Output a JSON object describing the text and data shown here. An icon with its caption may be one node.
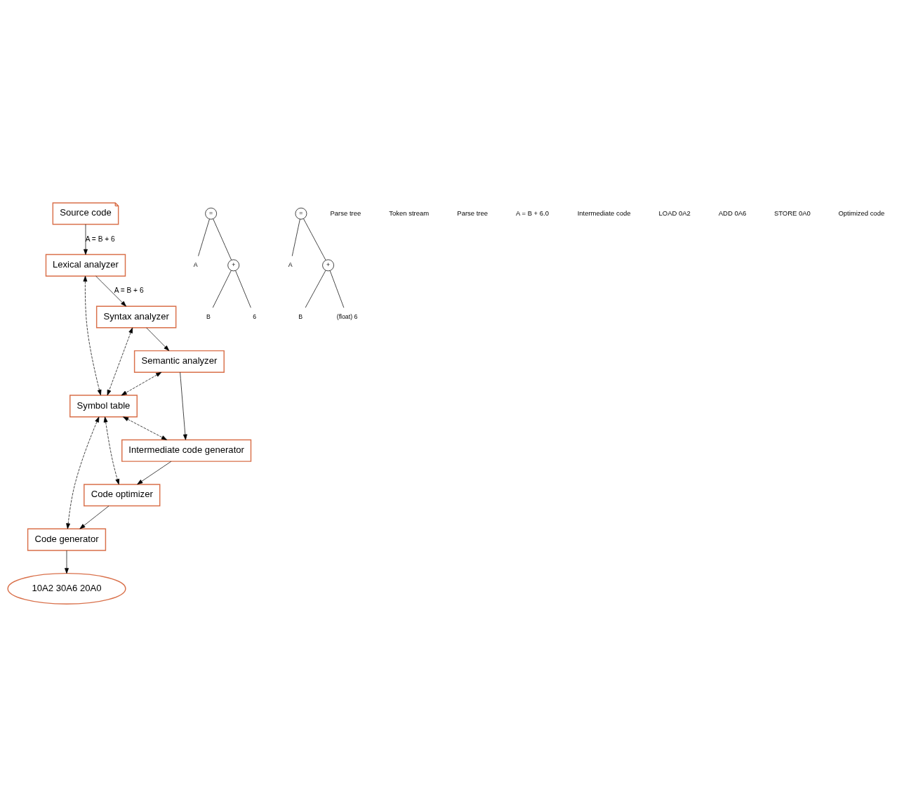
{
  "diagram": {
    "nodes": [
      {
        "text": [
          "Source code"
        ]
      },
      {
        "text": [
          "Lexical analyzer"
        ]
      },
      {
        "text": [
          "Syntax analyzer"
        ]
      },
      {
        "text": [
          "Semantic analyzer"
        ]
      },
      {
        "text": [
          "Symbol table"
        ]
      },
      {
        "text": [
          "Intermediate code generator"
        ]
      },
      {
        "text": [
          "Code optimizer"
        ]
      },
      {
        "text": [
          "Code generator"
        ]
      },
      {
        "text": [
          "10A2 30A6 20A0"
        ]
      },
      {
        "text": [
          "="
        ]
      },
      {
        "text": [
          "A"
        ]
      },
      {
        "text": [
          "+"
        ]
      },
      {
        "text": [
          "B"
        ]
      },
      {
        "text": [
          "6"
        ]
      },
      {
        "text": [
          "="
        ]
      },
      {
        "text": [
          "A"
        ]
      },
      {
        "text": [
          "+"
        ]
      },
      {
        "text": [
          "B"
        ]
      },
      {
        "text": [
          "(float) 6"
        ]
      }
    ],
    "edges": [
      {
        "from": 0,
        "to": 1,
        "arrow": "to",
        "label": "A = B + 6"
      },
      {
        "from": 1,
        "to": 2,
        "arrow": "to",
        "label": "A = B + 6"
      },
      {
        "from": 2,
        "to": 3,
        "arrow": "to"
      },
      {
        "from": 3,
        "to": 5,
        "arrow": "to"
      },
      {
        "from": 5,
        "to": 6,
        "arrow": "to"
      },
      {
        "from": 6,
        "to": 7,
        "arrow": "to"
      },
      {
        "from": 7,
        "to": 8,
        "arrow": "to"
      },
      {
        "from": 1,
        "to": 4,
        "arrow": "both",
        "style": "dashed"
      },
      {
        "from": 2,
        "to": 4,
        "arrow": "both",
        "style": "dashed"
      },
      {
        "from": 3,
        "to": 4,
        "arrow": "both",
        "style": "dashed"
      },
      {
        "from": 4,
        "to": 5,
        "arrow": "both",
        "style": "dashed"
      },
      {
        "from": 4,
        "to": 6,
        "arrow": "both",
        "style": "dashed"
      },
      {
        "from": 4,
        "to": 7,
        "arrow": "both",
        "style": "dashed"
      },
      {
        "from": 9,
        "to": 10,
        "arrow": "none"
      },
      {
        "from": 9,
        "to": 11,
        "arrow": "none"
      },
      {
        "from": 11,
        "to": 12,
        "arrow": "none"
      },
      {
        "from": 11,
        "to": 13,
        "arrow": "none"
      },
      {
        "from": 14,
        "to": 15,
        "arrow": "none"
      },
      {
        "from": 14,
        "to": 16,
        "arrow": "none"
      },
      {
        "from": 16,
        "to": 17,
        "arrow": "none"
      },
      {
        "from": 16,
        "to": 18,
        "arrow": "none"
      }
    ],
    "labels": [
      "Parse tree",
      "Token stream",
      "Parse tree",
      "A = B + 6.0",
      "Intermediate code",
      "LOAD 0A2",
      "ADD 0A6",
      "STORE 0A0",
      "Optimized code"
    ]
  }
}
